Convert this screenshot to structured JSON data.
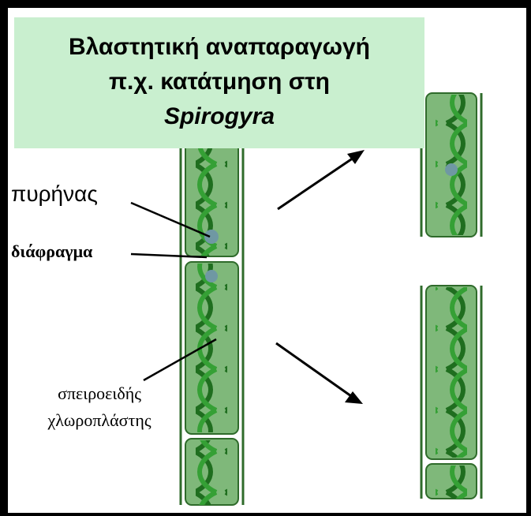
{
  "title": {
    "line1": "Βλαστητική αναπαραγωγή",
    "line2": "π.χ. κατάτμηση στη",
    "line3": "Spirogyra"
  },
  "labels": {
    "nucleus": "πυρήνας",
    "septum": "διάφραγμα",
    "chloroplast_line1": "σπειροειδής",
    "chloroplast_line2": "χλωροπλάστης"
  },
  "colors": {
    "title_background": "#c9efcf",
    "cell_fill": "#7fb87a",
    "cell_border": "#2f6b2b",
    "chloroplast": "#2d8a2d",
    "nucleus": "#6f98a3"
  }
}
